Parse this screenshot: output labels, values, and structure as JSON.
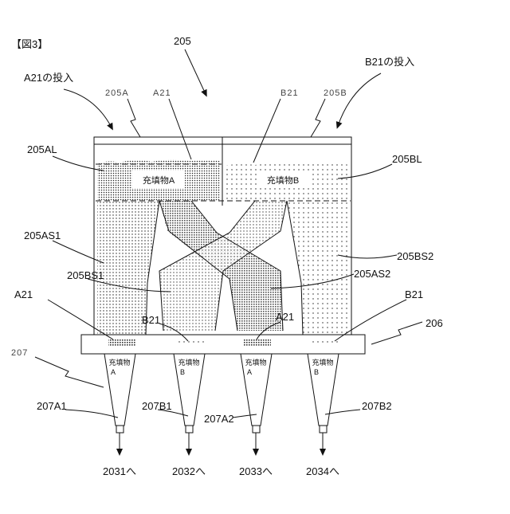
{
  "figure_label": "【図3】",
  "labels": {
    "n205": "205",
    "input_a": "A21の投入",
    "input_b": "B21の投入",
    "n205A": "205A",
    "n205B": "205B",
    "a21_top": "A21",
    "b21_top": "B21",
    "n205AL": "205AL",
    "n205BL": "205BL",
    "fill_a": "充填物A",
    "fill_b": "充填物B",
    "n205AS1": "205AS1",
    "n205BS2": "205BS2",
    "n205BS1": "205BS1",
    "n205AS2": "205AS2",
    "a21_left": "A21",
    "b21_right": "B21",
    "b21_inner": "B21",
    "a21_inner": "A21",
    "n206": "206",
    "n207": "207",
    "n207A1": "207A1",
    "n207B1": "207B1",
    "n207A2": "207A2",
    "n207B2": "207B2",
    "out_2031": "2031へ",
    "out_2032": "2032へ",
    "out_2033": "2033へ",
    "out_2034": "2034へ"
  },
  "funnels": [
    {
      "line1": "充填物",
      "line2": "A"
    },
    {
      "line1": "充填物",
      "line2": "B"
    },
    {
      "line1": "充填物",
      "line2": "A"
    },
    {
      "line1": "充填物",
      "line2": "B"
    }
  ],
  "colors": {
    "stroke": "#111111",
    "dots": "#222222",
    "hatch": "#333333"
  }
}
